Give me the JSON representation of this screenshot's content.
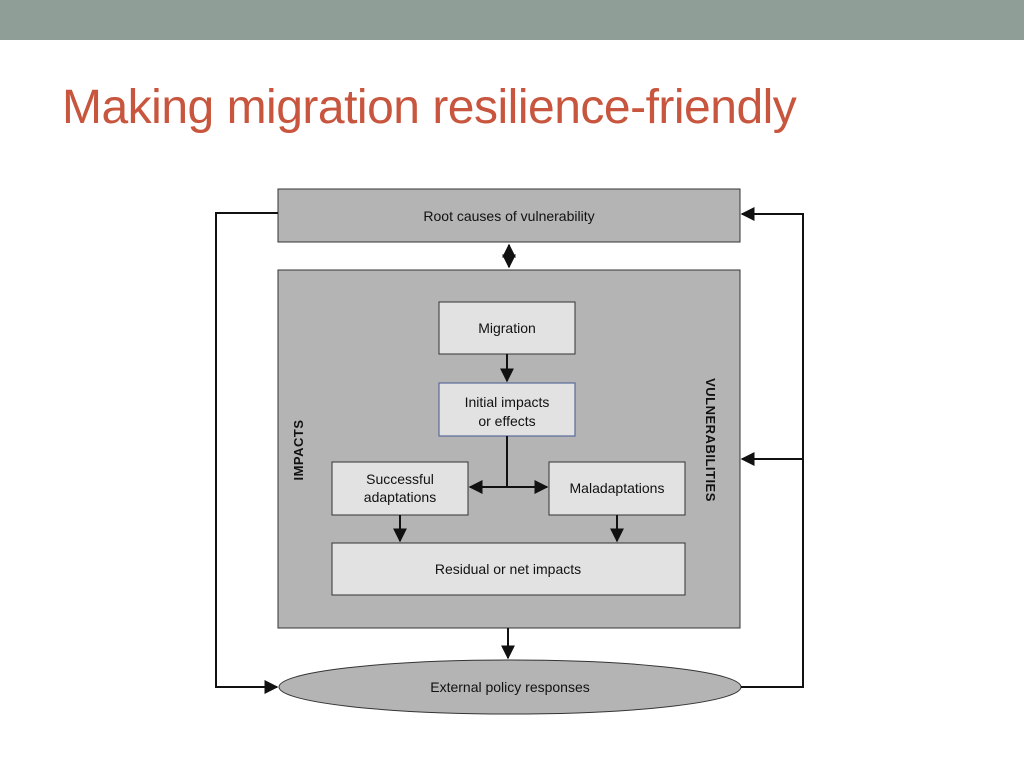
{
  "slide": {
    "title": "Making migration resilience-friendly",
    "title_color": "#c8553d",
    "band_color": "#8f9e97"
  },
  "diagram": {
    "nodes": {
      "root_causes": "Root causes of vulnerability",
      "migration": "Migration",
      "initial_impacts": [
        "Initial impacts",
        "or effects"
      ],
      "successful_adaptations": [
        "Successful",
        "adaptations"
      ],
      "maladaptations": "Maladaptations",
      "residual_impacts": "Residual or net impacts",
      "external_policy": "External policy responses"
    },
    "side_labels": {
      "impacts": "IMPACTS",
      "vulnerabilities": "VULNERABILITIES"
    },
    "colors": {
      "panel": "#b4b4b4",
      "box": "#e2e2e2",
      "highlight_border": "#5b6b9a",
      "line": "#111111"
    }
  }
}
